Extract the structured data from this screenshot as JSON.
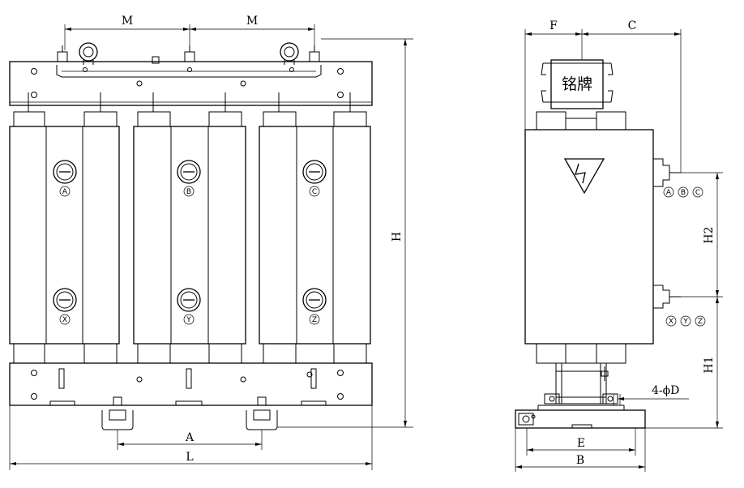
{
  "front_view": {
    "dimensions": {
      "m_left": "M",
      "m_right": "M",
      "height": "H",
      "a": "A",
      "l": "L"
    },
    "phase_top": [
      "A",
      "B",
      "C"
    ],
    "phase_bottom": [
      "X",
      "Y",
      "Z"
    ]
  },
  "side_view": {
    "dimensions": {
      "f": "F",
      "c": "C",
      "h2": "H2",
      "h1": "H1",
      "hole": "4-ϕD",
      "e": "E",
      "b": "B"
    },
    "nameplate": "铭牌",
    "terminals_top": [
      "A",
      "B",
      "C"
    ],
    "terminals_bottom": [
      "X",
      "Y",
      "Z"
    ]
  }
}
